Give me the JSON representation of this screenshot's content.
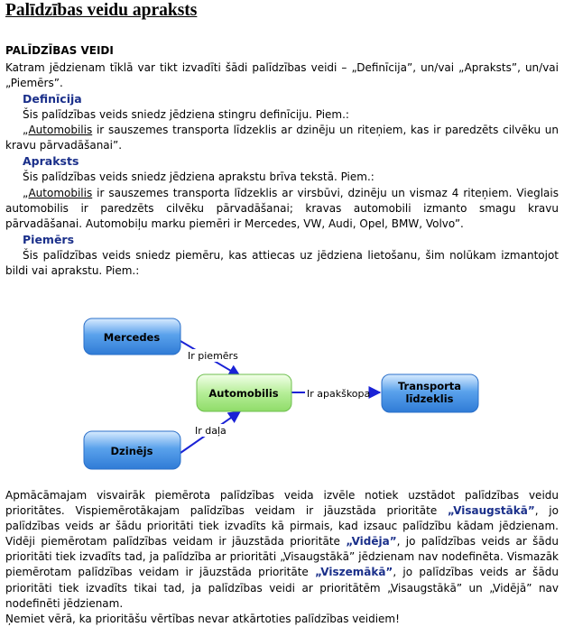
{
  "page_title": "Palīdzības veidu apraksts",
  "section_title": "PALĪDZĪBAS VEIDI",
  "intro": "Katram jēdzienam tīklā var tikt izvadīti šādi palīdzības veidi – „Definīcija”, un/vai „Apraksts”, un/vai „Piemērs”.",
  "definition": {
    "heading": "Definīcija",
    "text": "Šis palīdzības veids sniedz jēdziena stingru definīciju. Piem.:",
    "example_open": "„",
    "example_term": "Automobilis",
    "example_rest": " ir sauszemes transporta līdzeklis ar dzinēju un riteņiem, kas ir paredzēts cilvēku un kravu pārvadāšanai”."
  },
  "description": {
    "heading": "Apraksts",
    "text": "Šis palīdzības veids sniedz jēdziena aprakstu brīva tekstā. Piem.:",
    "example_open": "„",
    "example_term": "Automobilis",
    "example_rest": " ir sauszemes transporta līdzeklis ar virsbūvi, dzinēju un vismaz 4 riteņiem. Vieglais automobilis ir paredzēts cilvēku pārvadāšanai; kravas automobili izmanto smagu kravu pārvadāšanai. Automobiļu marku piemēri ir Mercedes, VW, Audi, Opel, BMW, Volvo”."
  },
  "example": {
    "heading": "Piemērs",
    "text": "Šis palīdzības veids sniedz piemēru, kas attiecas uz jēdziena lietošanu, šim nolūkam izmantojot bildi vai aprakstu. Piem.:"
  },
  "diagram": {
    "nodes": {
      "mercedes": "Mercedes",
      "automobilis": "Automobilis",
      "dzinejs": "Dzinējs",
      "transport_line1": "Transporta",
      "transport_line2": "līdzeklis"
    },
    "edges": {
      "ir_piemers": "Ir piemērs",
      "ir_dala": "Ir daļa",
      "ir_apakskopa": "Ir apakškopa"
    },
    "colors": {
      "blue_node": "#3f8de0",
      "green_node": "#a8e88a",
      "arrow": "#1a22d6"
    }
  },
  "priorities": {
    "p1_a": "Apmācāmajam visvairāk piemērota palīdzības veida izvēle notiek uzstādot palīdzības veidu prioritātes. Vispiemērotākajam palīdzības veidam ir jāuzstāda prioritāte ",
    "p1_high": "„Visaugstākā”",
    "p1_b": ", jo palīdzības veids ar šādu prioritāti tiek izvadīts kā pirmais, kad izsauc palīdzību kādam jēdzienam. Vidēji piemērotam palīdzības veidam ir jāuzstāda prioritāte ",
    "p1_mid": "„Vidēja”",
    "p1_c": ", jo palīdzības veids ar šādu prioritāti tiek izvadīts tad, ja palīdzība ar prioritāti „Visaugstākā” jēdzienam nav nodefinēta. Vismazāk piemērotam palīdzības veidam ir jāuzstāda prioritāte ",
    "p1_low": "„Viszemākā”",
    "p1_d": ", jo palīdzības veids ar šādu prioritāti tiek izvadīts tikai tad, ja palīdzības veidi ar prioritātēm „Visaugstākā” un „Vidējā” nav nodefinēti jēdzienam.",
    "note": "Ņemiet vērā, ka prioritāšu vērtības nevar atkārtoties palīdzības veidiem!"
  }
}
